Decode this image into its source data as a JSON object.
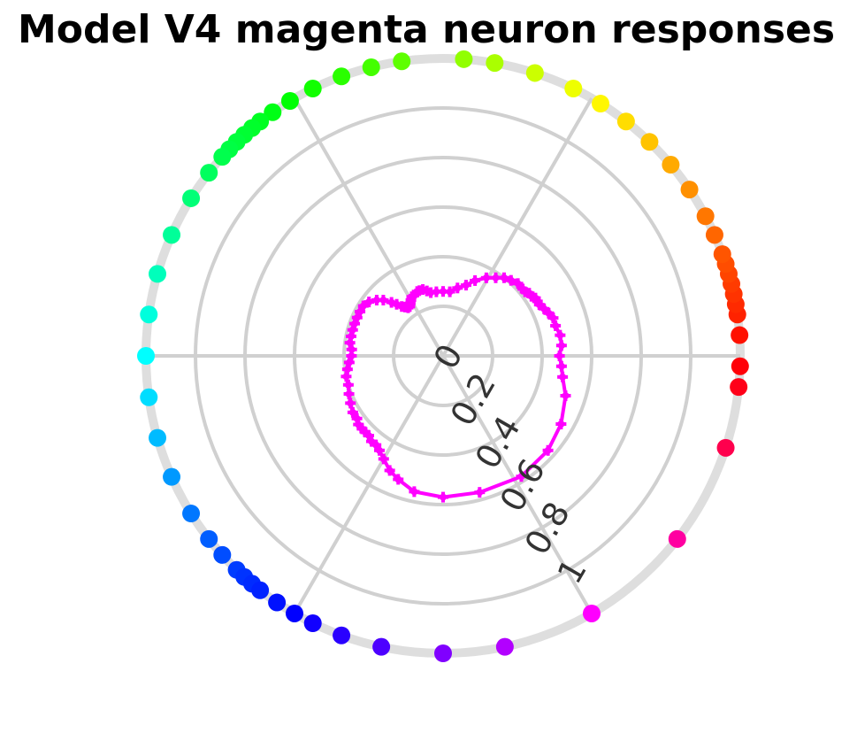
{
  "chart_data": {
    "type": "scatter",
    "title": "Model V4 magenta neuron responses",
    "projection": "polar",
    "theta_direction": "counter-clockwise, 0° at right",
    "r_lim": [
      0,
      1.2
    ],
    "r_ticks": [
      0,
      0.2,
      0.4,
      0.6,
      0.8,
      1
    ],
    "r_tick_labels": [
      "0",
      "0.2",
      "0.4",
      "0.6",
      "0.8",
      "1"
    ],
    "r_label_angle_deg": -60,
    "grid": true,
    "response_color": "#ff00ff",
    "grid_color": "#d0d0d0",
    "reference_series": {
      "name": "",
      "r": 1.2,
      "theta_deg": [
        -2,
        4,
        8,
        10,
        12,
        14,
        16,
        18,
        20,
        24,
        28,
        34,
        40,
        46,
        52,
        58,
        64,
        72,
        80,
        86,
        98,
        104,
        110,
        116,
        121,
        125,
        128,
        130,
        132,
        134,
        136,
        138,
        142,
        148,
        156,
        164,
        172,
        180,
        188,
        196,
        204,
        212,
        218,
        222,
        226,
        228,
        230,
        232,
        236,
        240,
        244,
        250,
        258,
        270,
        282,
        300,
        322,
        342,
        354
      ]
    },
    "response_series": {
      "name": "",
      "theta_deg": [
        0,
        5,
        10,
        15,
        19,
        22,
        25,
        28,
        30,
        32,
        34,
        36,
        38,
        40,
        44,
        48,
        52,
        56,
        61,
        67,
        72,
        78,
        84,
        90,
        96,
        101,
        104,
        107,
        110,
        112,
        116,
        118,
        120,
        122,
        124,
        126,
        128,
        130,
        132,
        134,
        137,
        140,
        144,
        148,
        152,
        156,
        160,
        164,
        168,
        172,
        176,
        180,
        184,
        188,
        192,
        197,
        202,
        207,
        212,
        216,
        219,
        222,
        224,
        227,
        230,
        233,
        236,
        240,
        245,
        250,
        258,
        270,
        285,
        303,
        318,
        330,
        342,
        350,
        355
      ],
      "r": [
        0.47,
        0.48,
        0.48,
        0.47,
        0.47,
        0.46,
        0.45,
        0.44,
        0.44,
        0.44,
        0.43,
        0.43,
        0.42,
        0.42,
        0.42,
        0.41,
        0.4,
        0.38,
        0.36,
        0.33,
        0.3,
        0.28,
        0.26,
        0.26,
        0.26,
        0.26,
        0.27,
        0.28,
        0.28,
        0.28,
        0.27,
        0.27,
        0.26,
        0.25,
        0.24,
        0.24,
        0.25,
        0.26,
        0.28,
        0.3,
        0.33,
        0.35,
        0.37,
        0.38,
        0.38,
        0.38,
        0.38,
        0.38,
        0.38,
        0.38,
        0.37,
        0.37,
        0.38,
        0.39,
        0.4,
        0.4,
        0.41,
        0.42,
        0.43,
        0.43,
        0.44,
        0.44,
        0.44,
        0.44,
        0.45,
        0.45,
        0.46,
        0.48,
        0.51,
        0.53,
        0.56,
        0.57,
        0.57,
        0.58,
        0.57,
        0.55,
        0.52,
        0.49,
        0.48
      ]
    }
  }
}
